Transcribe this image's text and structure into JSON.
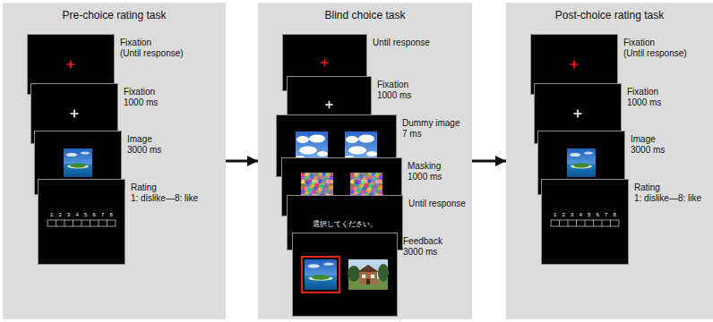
{
  "diagram": {
    "nodes": [
      {
        "text": [
          "Pre-choice rating task"
        ]
      },
      {
        "text": [
          "Fixation",
          "(Until response)"
        ],
        "in": 0
      },
      {
        "text": [
          "Fixation",
          "1000 ms"
        ],
        "in": 0
      },
      {
        "text": [
          "Image",
          "3000 ms"
        ],
        "in": 0
      },
      {
        "text": [
          "Rating",
          "1: dislike—8: like"
        ],
        "in": 0
      },
      {
        "text": [
          "Blind choice task"
        ]
      },
      {
        "text": [
          "Until response"
        ],
        "in": 5
      },
      {
        "text": [
          "Fixation",
          "1000 ms"
        ],
        "in": 5
      },
      {
        "text": [
          "Dummy image",
          "7 ms"
        ],
        "in": 5
      },
      {
        "text": [
          "Masking",
          "1000 ms"
        ],
        "in": 5
      },
      {
        "text": [
          "Until response",
          "選択してください。"
        ],
        "in": 5
      },
      {
        "text": [
          "Feedback",
          "3000 ms"
        ],
        "in": 5
      },
      {
        "text": [
          "Post-choice rating task"
        ]
      },
      {
        "text": [
          "Fixation",
          "(Until response)"
        ],
        "in": 12
      },
      {
        "text": [
          "Fixation",
          "1000 ms"
        ],
        "in": 12
      },
      {
        "text": [
          "Image",
          "3000 ms"
        ],
        "in": 12
      },
      {
        "text": [
          "Rating",
          "1: dislike—8: like"
        ],
        "in": 12
      }
    ],
    "edges": [
      {
        "from": 0,
        "to": 5,
        "arrow": "to"
      },
      {
        "from": 5,
        "to": 12,
        "arrow": "to"
      }
    ],
    "labels": [
      "1",
      "2",
      "3",
      "4",
      "5",
      "6",
      "7",
      "8",
      "1",
      "2",
      "3",
      "4",
      "5",
      "6",
      "7",
      "8"
    ]
  }
}
